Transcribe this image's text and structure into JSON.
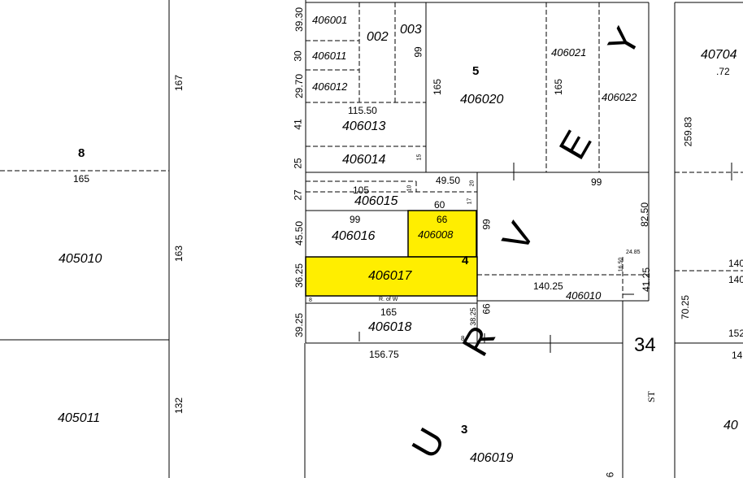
{
  "parcels": {
    "p406001": "406001",
    "p002": "002",
    "p003": "003",
    "p406011": "406011",
    "p406012": "406012",
    "p406013": "406013",
    "p406014": "406014",
    "p406015": "406015",
    "p406016": "406016",
    "p406008": "406008",
    "p406017": "406017",
    "p406018": "406018",
    "p406019": "406019",
    "p406020": "406020",
    "p406021": "406021",
    "p406022": "406022",
    "p406010": "406010",
    "p405010": "405010",
    "p405011": "405011",
    "p40704": "40704"
  },
  "block_numbers": {
    "b8": "8",
    "b5": "5",
    "b4": "4",
    "b3": "3",
    "b34": "34"
  },
  "survey_letters": [
    "Y",
    "E",
    "V",
    "R",
    "U"
  ],
  "dimensions": {
    "d165a": "165",
    "d167": "167",
    "d163": "163",
    "d132": "132",
    "d39_30": "39.30",
    "d30": "30",
    "d29_70": "29.70",
    "d41": "41",
    "d25": "25",
    "d27": "27",
    "d45_50": "45.50",
    "d36_25": "36.25",
    "d39_25": "39.25",
    "d99a": "99",
    "d165b": "165",
    "d165c": "165",
    "d115_50": "115.50",
    "d15": "15",
    "d10": "10",
    "d20": "20",
    "d17": "17",
    "d105": "105",
    "d49_50": "49.50",
    "d60": "60",
    "d99b": "99",
    "d66a": "66",
    "d99c": "99",
    "d99d": "99",
    "d82_50": "82.50",
    "d24_85": "24.85",
    "d16_50": "16.50",
    "d41_25": "41.25",
    "d140_25": "140.25",
    "d165d": "165",
    "d38_25": "38.25",
    "d66b": "66",
    "d8a": "8",
    "d8b": "8",
    "d156_75": "156.75",
    "d259_83": "259.83",
    "d70_25": "70.25",
    "d_72": ".72",
    "d140a": "140",
    "d140b": "140",
    "d152": "152",
    "d14": "14",
    "d40": "40",
    "d6": "6"
  },
  "labels": {
    "row": "R. of W",
    "street": "ST"
  },
  "colors": {
    "highlight": "#ffee00",
    "line": "#000000",
    "background": "#ffffff"
  }
}
